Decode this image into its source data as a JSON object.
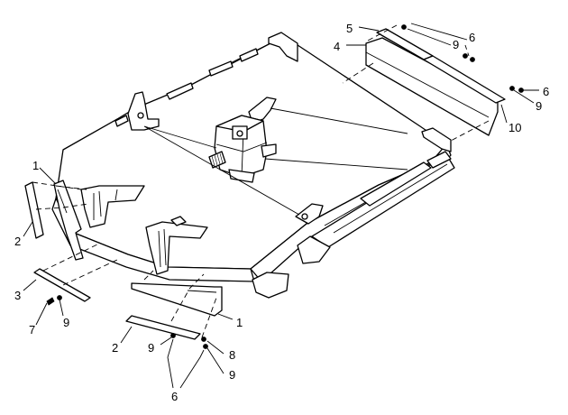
{
  "callouts": [
    {
      "id": "c1a",
      "text": "1"
    },
    {
      "id": "c2a",
      "text": "2"
    },
    {
      "id": "c3",
      "text": "3"
    },
    {
      "id": "c7",
      "text": "7"
    },
    {
      "id": "c9a",
      "text": "9"
    },
    {
      "id": "c1b",
      "text": "1"
    },
    {
      "id": "c2b",
      "text": "2"
    },
    {
      "id": "c9b",
      "text": "9"
    },
    {
      "id": "c8",
      "text": "8"
    },
    {
      "id": "c9c",
      "text": "9"
    },
    {
      "id": "c6a",
      "text": "6"
    },
    {
      "id": "c5",
      "text": "5"
    },
    {
      "id": "c4",
      "text": "4"
    },
    {
      "id": "c9d",
      "text": "9"
    },
    {
      "id": "c6b",
      "text": "6"
    },
    {
      "id": "c6c",
      "text": "6"
    },
    {
      "id": "c9e",
      "text": "9"
    },
    {
      "id": "c10",
      "text": "10"
    }
  ],
  "colors": {
    "line": "#000000",
    "background": "#ffffff"
  }
}
